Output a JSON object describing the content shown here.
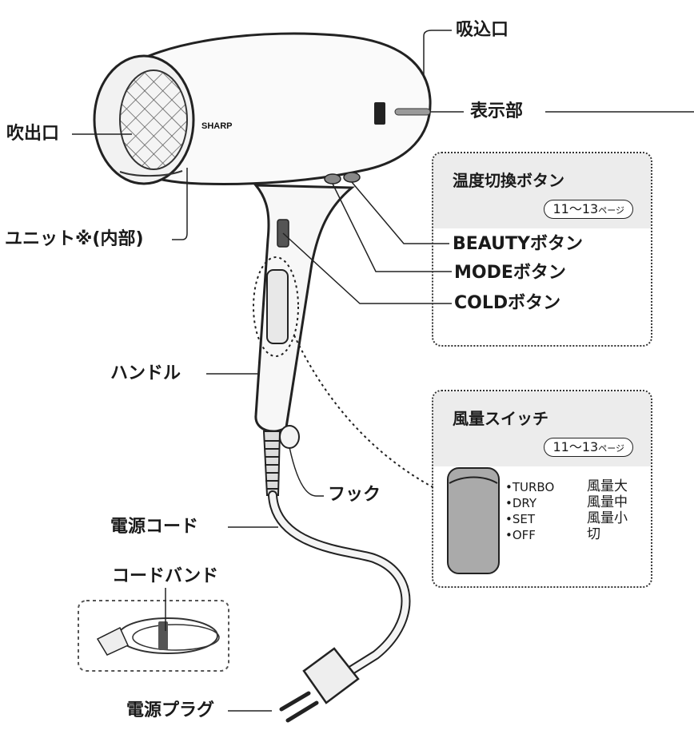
{
  "labels": {
    "intake": "吸込口",
    "display": "表示部",
    "outlet": "吹出口",
    "unit": "ユニット※(内部)",
    "beauty": "BEAUTYボタン",
    "mode": "MODEボタン",
    "cold": "COLDボタン",
    "handle": "ハンドル",
    "hook": "フック",
    "cord": "電源コード",
    "cord_band": "コードバンド",
    "plug": "電源プラグ",
    "brand": "SHARP"
  },
  "temp_box": {
    "title": "温度切換ボタン",
    "page_ref": "11〜13",
    "page_suffix": "ページ"
  },
  "airflow_box": {
    "title": "風量スイッチ",
    "page_ref": "11〜13",
    "page_suffix": "ページ",
    "modes": [
      {
        "name": "•TURBO",
        "level": "風量大"
      },
      {
        "name": "•DRY",
        "level": "風量中"
      },
      {
        "name": "•SET",
        "level": "風量小"
      },
      {
        "name": "•OFF",
        "level": "切"
      }
    ]
  }
}
